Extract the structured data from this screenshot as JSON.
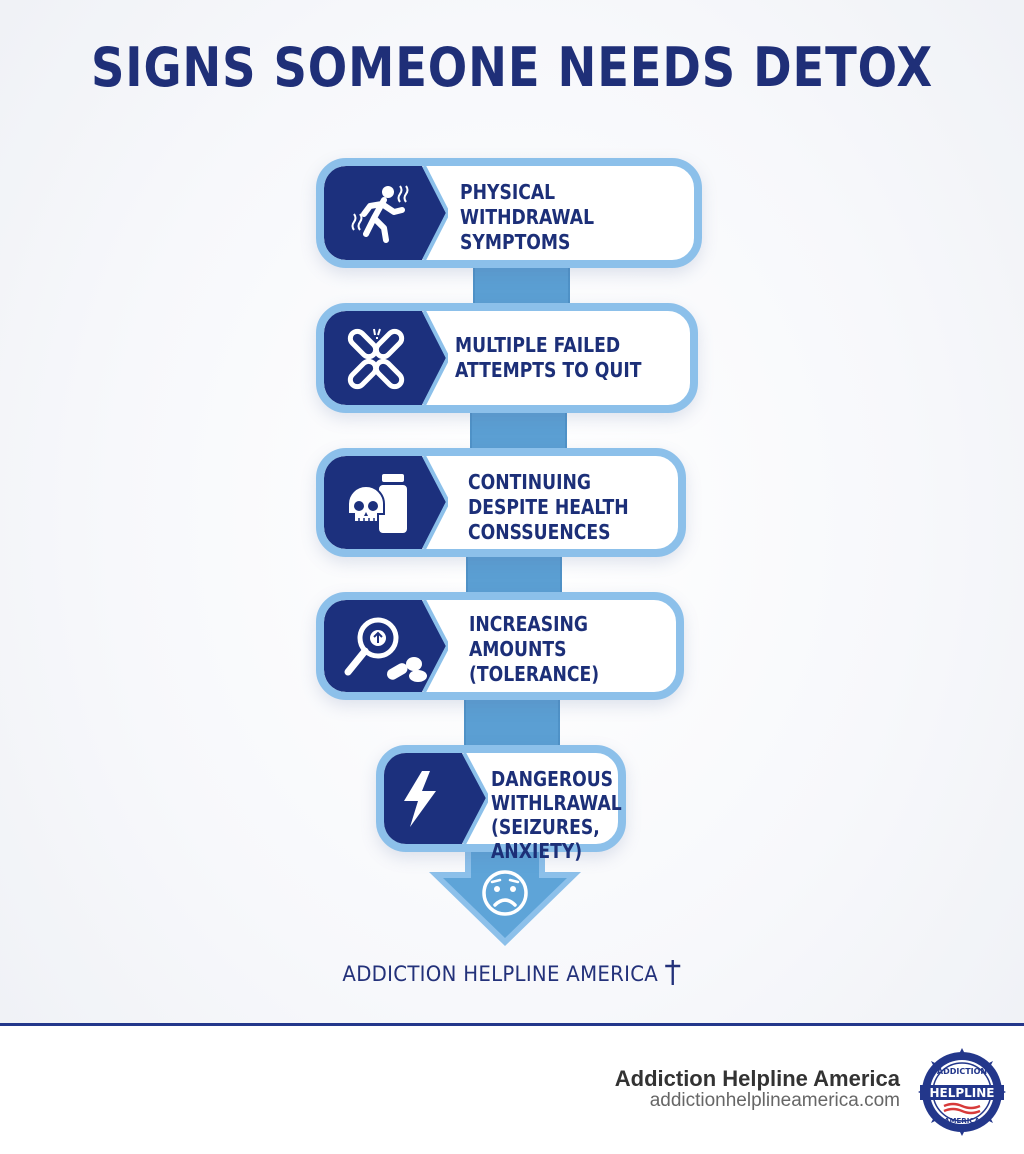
{
  "title": "SIGNS SOMEONE NEEDS DETOX",
  "colors": {
    "title": "#1f2f78",
    "badge_fill": "#1c307d",
    "card_border": "#8cc0ea",
    "connector": "#5b9fd3",
    "arrow": "#6aaee0",
    "text": "#1c2f78",
    "footer_rule": "#23378b"
  },
  "steps": [
    {
      "icon": "shaking-person-icon",
      "lines": [
        "PHYSICAL",
        "WITHDRAWAL",
        "SYMPTOMS"
      ]
    },
    {
      "icon": "broken-chain-icon",
      "lines": [
        "MULTIPLE FAILED",
        "ATTEMPTS TO QUIT"
      ]
    },
    {
      "icon": "skull-bottle-icon",
      "lines": [
        "CONTINUING",
        "DESPITE HEALTH",
        "CONSSUENCES"
      ]
    },
    {
      "icon": "magnifier-pills-icon",
      "lines": [
        "INCREASING",
        "AMOUNTS",
        "(TOLERANCE)"
      ]
    },
    {
      "icon": "lightning-icon",
      "lines": [
        "DANGEROUS",
        "WITHLRAWAL",
        "(SEIZURES,",
        "ANXIETY)"
      ]
    }
  ],
  "arrow_icon": "worried-face-icon",
  "brand_line": "ADDICTION HELPLINE AMERICA",
  "brand_line_icon": "cross-icon",
  "footer": {
    "name": "Addiction Helpline America",
    "url": "addictionhelplineamerica.com",
    "seal": {
      "top_text": "ADDICTION",
      "middle_text": "HELPLINE",
      "bottom_text": "AMERICA"
    }
  }
}
